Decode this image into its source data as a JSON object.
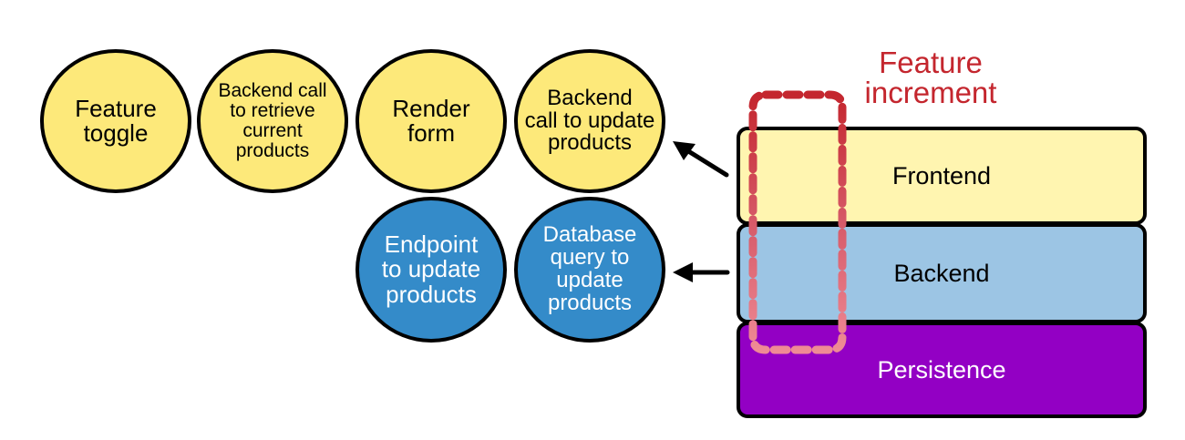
{
  "diagram": {
    "frontend_tasks": [
      {
        "label": "Feature\ntoggle"
      },
      {
        "label": "Backend call\nto retrieve\ncurrent\nproducts"
      },
      {
        "label": "Render\nform"
      },
      {
        "label": "Backend\ncall to update\nproducts"
      }
    ],
    "backend_tasks": [
      {
        "label": "Endpoint\nto update\nproducts"
      },
      {
        "label": "Database\nquery to\nupdate\nproducts"
      }
    ],
    "layers": [
      {
        "label": "Frontend"
      },
      {
        "label": "Backend"
      },
      {
        "label": "Persistence"
      }
    ],
    "feature_increment": {
      "label": "Feature\nincrement"
    },
    "colors": {
      "frontend_task": "#fde97a",
      "backend_task": "#348bc9",
      "frontend_layer": "#fff5b0",
      "backend_layer": "#9cc5e4",
      "persistence_layer": "#9300c4",
      "increment": "#c4262e",
      "increment_light": "#ef8a95"
    }
  }
}
